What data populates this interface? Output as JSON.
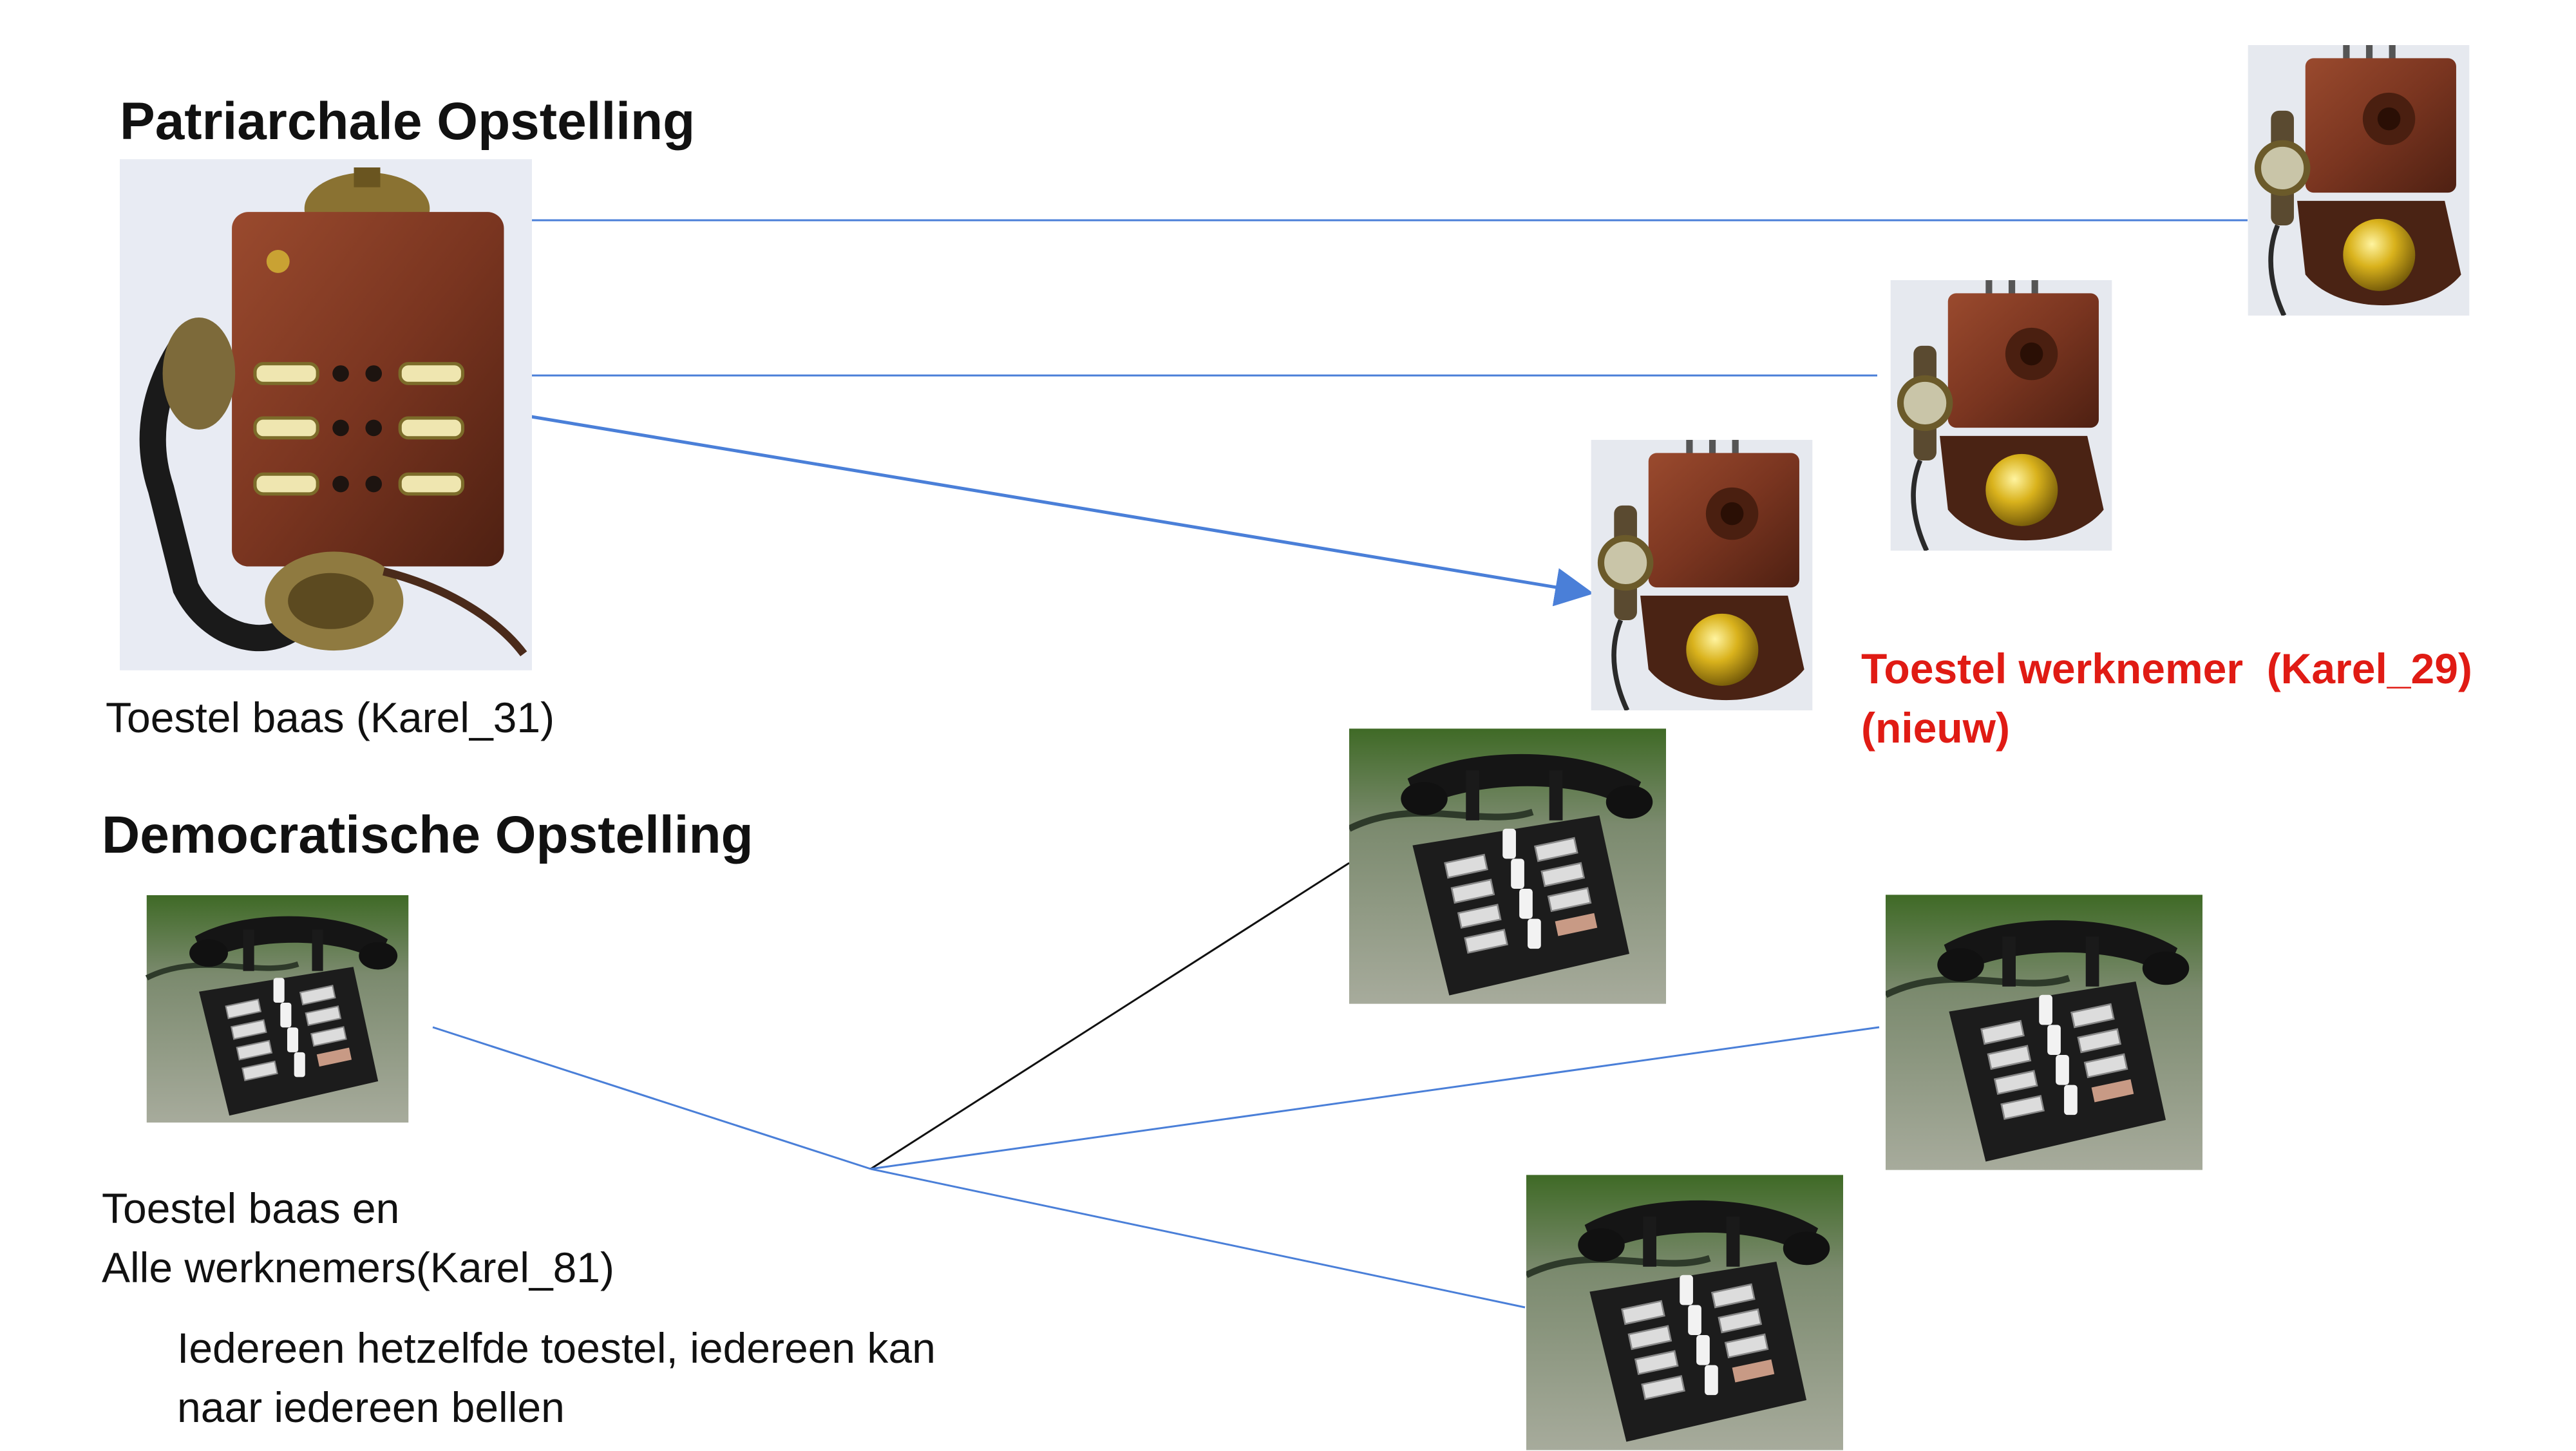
{
  "patriarchal": {
    "heading": "Patriarchale Opstelling",
    "boss_caption": "Toestel baas (Karel_31)",
    "worker_caption_line1": "Toestel werknemer  (Karel_29)",
    "worker_caption_line2": "(nieuw)"
  },
  "democratic": {
    "heading": "Democratische Opstelling",
    "shared_caption_line1": "Toestel baas en",
    "shared_caption_line2": "Alle werknemers(Karel_81)",
    "note_line1": "Iedereen hetzelfde toestel, iedereen kan",
    "note_line2": "naar iedereen bellen"
  },
  "colors": {
    "connector_blue": "#4a7fd8",
    "connector_black": "#111111",
    "highlight_red": "#e01b14"
  },
  "icons": {
    "wall_phone_with_switchboard": "antique-wall-phone-switchboard-icon",
    "wall_phone": "antique-wall-phone-icon",
    "desk_phone": "intercom-desk-phone-icon"
  }
}
